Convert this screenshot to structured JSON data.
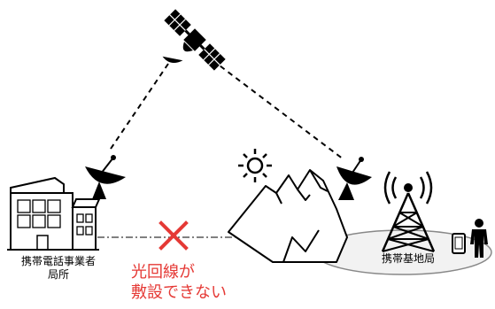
{
  "labels": {
    "carrier_office_line1": "携帯電話事業者",
    "carrier_office_line2": "局所",
    "base_station": "携帯基地局",
    "fiber_line1": "光回線が",
    "fiber_line2": "敷設できない"
  },
  "colors": {
    "line": "#000000",
    "cross": "#e53935",
    "ellipse_stroke": "#888888",
    "ellipse_fill": "#f2f2f2"
  },
  "icons": [
    "satellite-icon",
    "satellite-dish-icon",
    "building-icon",
    "sun-icon",
    "mountain-icon",
    "cell-tower-icon",
    "smartphone-icon",
    "person-icon",
    "cross-icon"
  ]
}
